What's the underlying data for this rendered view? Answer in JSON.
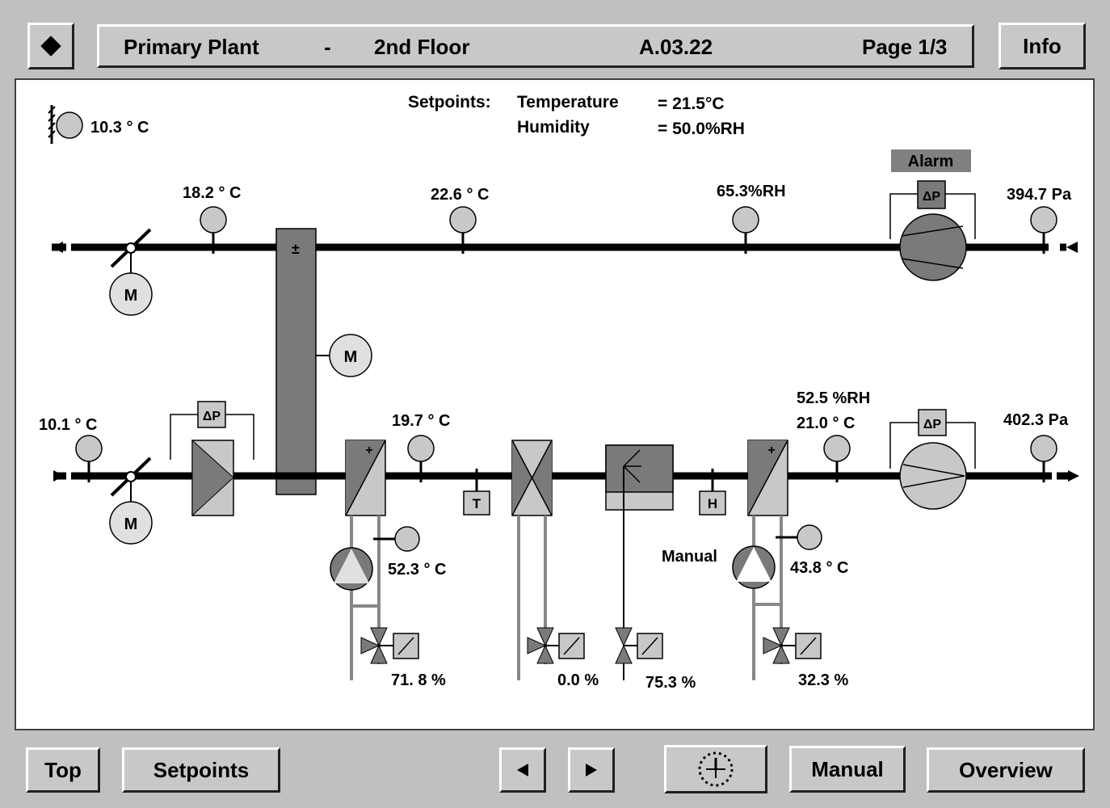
{
  "header": {
    "menu_icon": "diamond-icon",
    "plant": "Primary Plant",
    "separator": "-",
    "floor": "2nd Floor",
    "code": "A.03.22",
    "page": "Page 1/3",
    "info_label": "Info"
  },
  "setpoints": {
    "heading": "Setpoints:",
    "temp_label": "Temperature",
    "temp_value": "= 21.5°C",
    "hum_label": "Humidity",
    "hum_value": "= 50.0%RH"
  },
  "readings": {
    "outdoor": "10.3 ° C",
    "return_air": "18.2 ° C",
    "return_mid": "22.6 ° C",
    "return_hum": "65.3%RH",
    "exhaust_pressure": "394.7 Pa",
    "intake_temp": "10.1 ° C",
    "after_preheat": "19.7 ° C",
    "supply_hum": "52.5 %RH",
    "supply_temp": "21.0 ° C",
    "supply_pressure": "402.3 Pa",
    "preheat_water": "52.3 ° C",
    "reheat_water": "43.8 ° C",
    "valve_preheat": "71. 8 %",
    "valve_cooler": "0.0 %",
    "valve_humidifier": "75.3 %",
    "valve_reheat": "32.3 %"
  },
  "labels": {
    "alarm": "Alarm",
    "manual": "Manual",
    "motor": "M",
    "dp": "ΔP",
    "temp_sensor": "T",
    "hum_sensor": "H",
    "plusminus": "±",
    "plus": "+"
  },
  "footer": {
    "top": "Top",
    "setpoints": "Setpoints",
    "prev_icon": "triangle-left-icon",
    "next_icon": "triangle-right-icon",
    "clock_icon": "clock-icon",
    "manual": "Manual",
    "overview": "Overview"
  },
  "colors": {
    "dark_gray": "#7a7a7a",
    "light_gray": "#c8c8c8",
    "pipe": "#000000",
    "alarm_bg": "#808080"
  }
}
